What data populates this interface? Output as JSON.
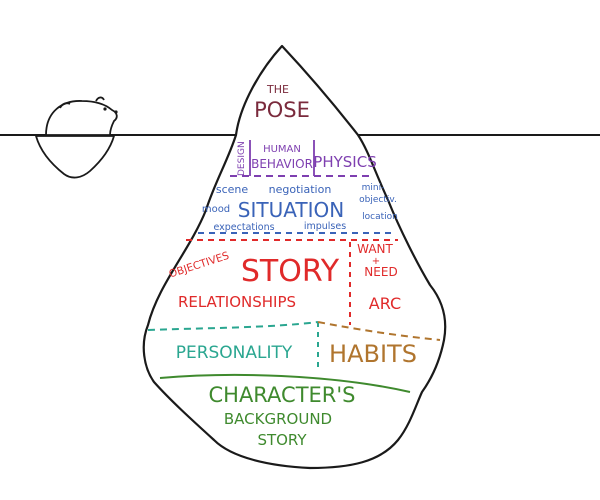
{
  "colors": {
    "outline": "#1a1a1a",
    "pose": "#7a2a3c",
    "purple": "#7e3fb0",
    "blue": "#3a63b8",
    "red": "#e02a2a",
    "teal": "#2aa690",
    "brown": "#b0752e",
    "green": "#3f8a2e"
  },
  "layers": {
    "pose": {
      "line1": "THE",
      "line2": "POSE"
    },
    "physical": {
      "design": "DESIGN",
      "human1": "HUMAN",
      "human2": "BEHAVIOR",
      "physics": "PHYSICS"
    },
    "situation": {
      "title": "SITUATION",
      "scene": "scene",
      "negotiation": "negotiation",
      "mood": "mood",
      "expectations": "expectations",
      "impulses": "impulses",
      "mini1": "mini-",
      "mini2": "objectiv.",
      "location": "location"
    },
    "story": {
      "title": "STORY",
      "objectives": "OBJECTIVES",
      "relationships": "RELATIONSHIPS",
      "want": "WANT",
      "plus": "+",
      "need": "NEED",
      "arc": "ARC"
    },
    "personality": "PERSONALITY",
    "habits": "HABITS",
    "background": {
      "line1": "CHARACTER'S",
      "line2": "BACKGROUND",
      "line3": "STORY"
    }
  }
}
